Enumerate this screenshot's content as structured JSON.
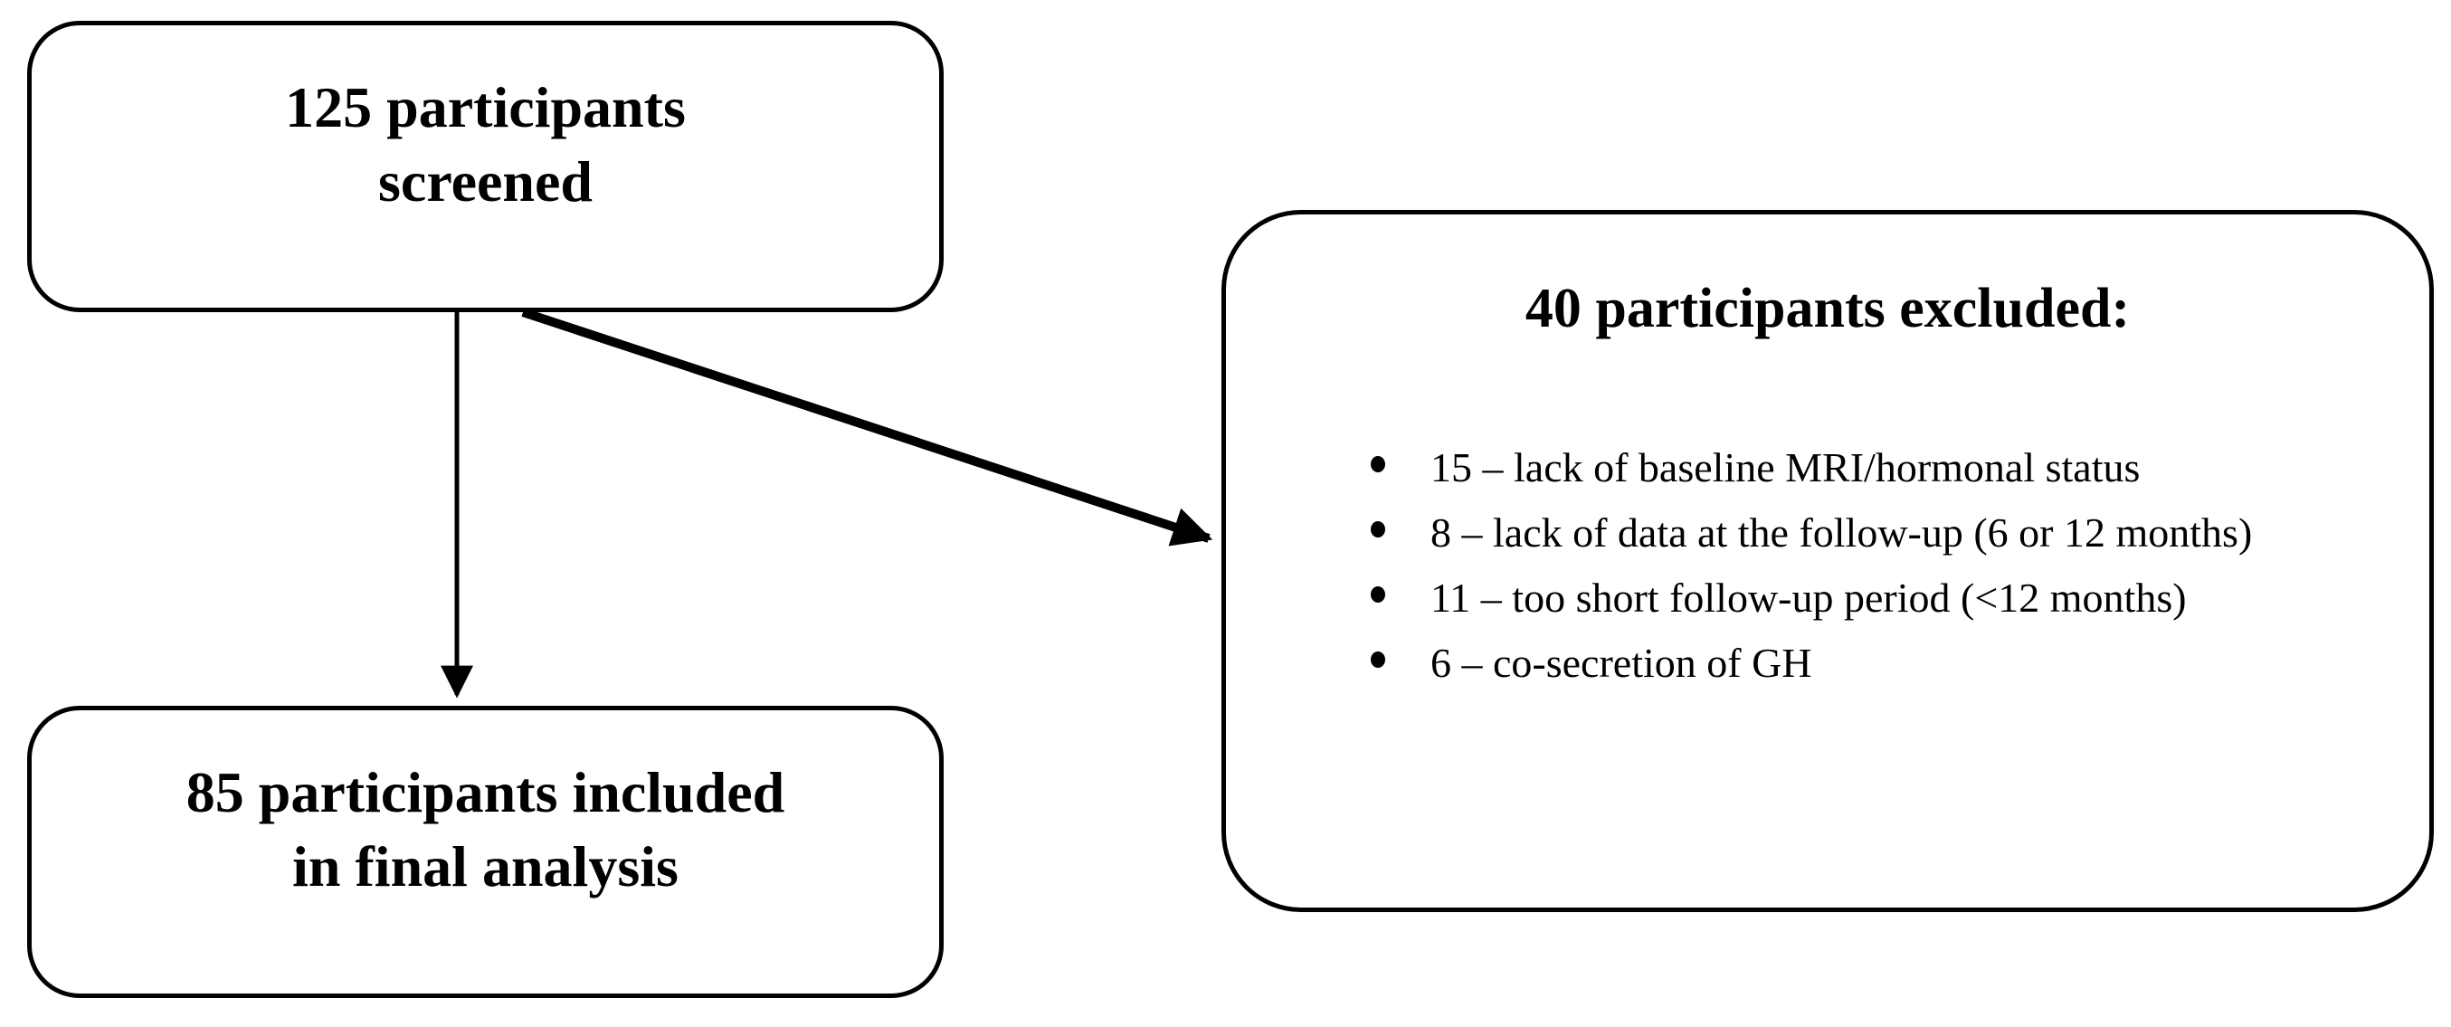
{
  "diagram": {
    "colors": {
      "line": "#000000",
      "box_border": "#000000",
      "box_fill": "#ffffff",
      "text": "#000000",
      "background": "#ffffff"
    },
    "screened_box": {
      "line1": "125 participants",
      "line2": "screened"
    },
    "included_box": {
      "line1": "85 participants included",
      "line2": "in final analysis"
    },
    "excluded_box": {
      "title": "40 participants excluded:",
      "items": [
        "15 – lack of baseline MRI/hormonal status",
        "8 – lack of data at the follow-up (6 or 12 months)",
        "11 – too short follow-up period (<12 months)",
        "6 – co-secretion of GH"
      ]
    }
  }
}
